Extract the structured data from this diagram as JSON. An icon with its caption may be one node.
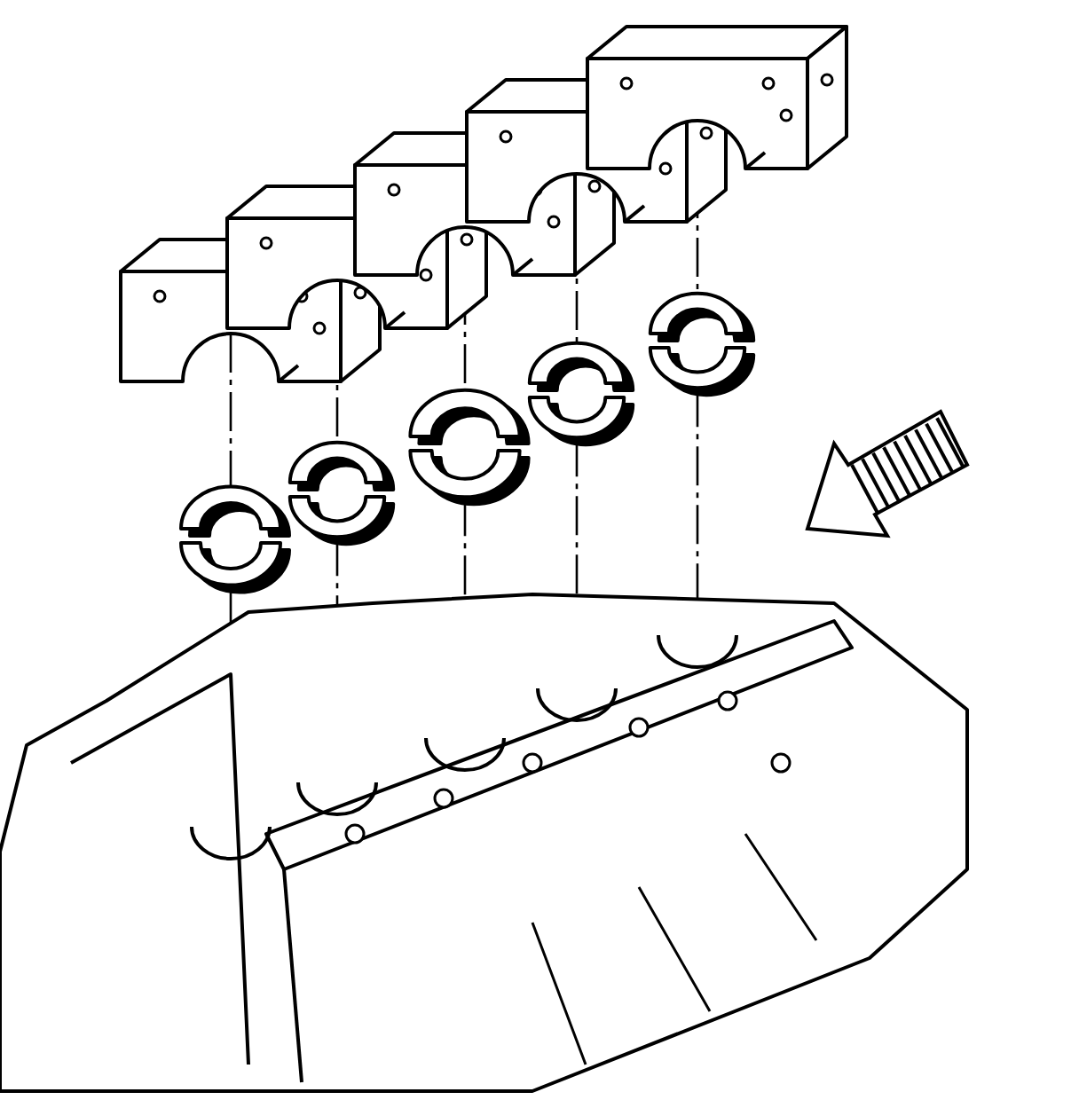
{
  "diagram": {
    "nodes": [
      {
        "text": [],
        "shape": "picture"
      },
      {
        "text": [],
        "shape": "picture"
      },
      {
        "text": [],
        "shape": "picture"
      },
      {
        "text": [],
        "shape": "picture"
      },
      {
        "text": [],
        "shape": "picture"
      },
      {
        "text": [],
        "shape": "picture"
      },
      {
        "text": [],
        "shape": "picture"
      },
      {
        "text": [],
        "shape": "picture"
      },
      {
        "text": [],
        "shape": "picture"
      },
      {
        "text": [],
        "shape": "picture"
      },
      {
        "text": [],
        "shape": "picture"
      }
    ],
    "edges": [
      {
        "from": 0,
        "to": 5,
        "arrow": "none",
        "style": "dashed"
      },
      {
        "from": 1,
        "to": 6,
        "arrow": "none",
        "style": "dashed"
      },
      {
        "from": 2,
        "to": 7,
        "arrow": "none",
        "style": "dashed"
      },
      {
        "from": 3,
        "to": 8,
        "arrow": "none",
        "style": "dashed"
      },
      {
        "from": 4,
        "to": 9,
        "arrow": "none",
        "style": "dashed"
      },
      {
        "from": 5,
        "to": 10,
        "arrow": "none",
        "style": "dashed"
      },
      {
        "from": 6,
        "to": 10,
        "arrow": "none",
        "style": "dashed"
      },
      {
        "from": 7,
        "to": 10,
        "arrow": "none",
        "style": "dashed"
      },
      {
        "from": 8,
        "to": 10,
        "arrow": "none",
        "style": "dashed"
      },
      {
        "from": 9,
        "to": 10,
        "arrow": "none",
        "style": "dashed"
      }
    ]
  }
}
